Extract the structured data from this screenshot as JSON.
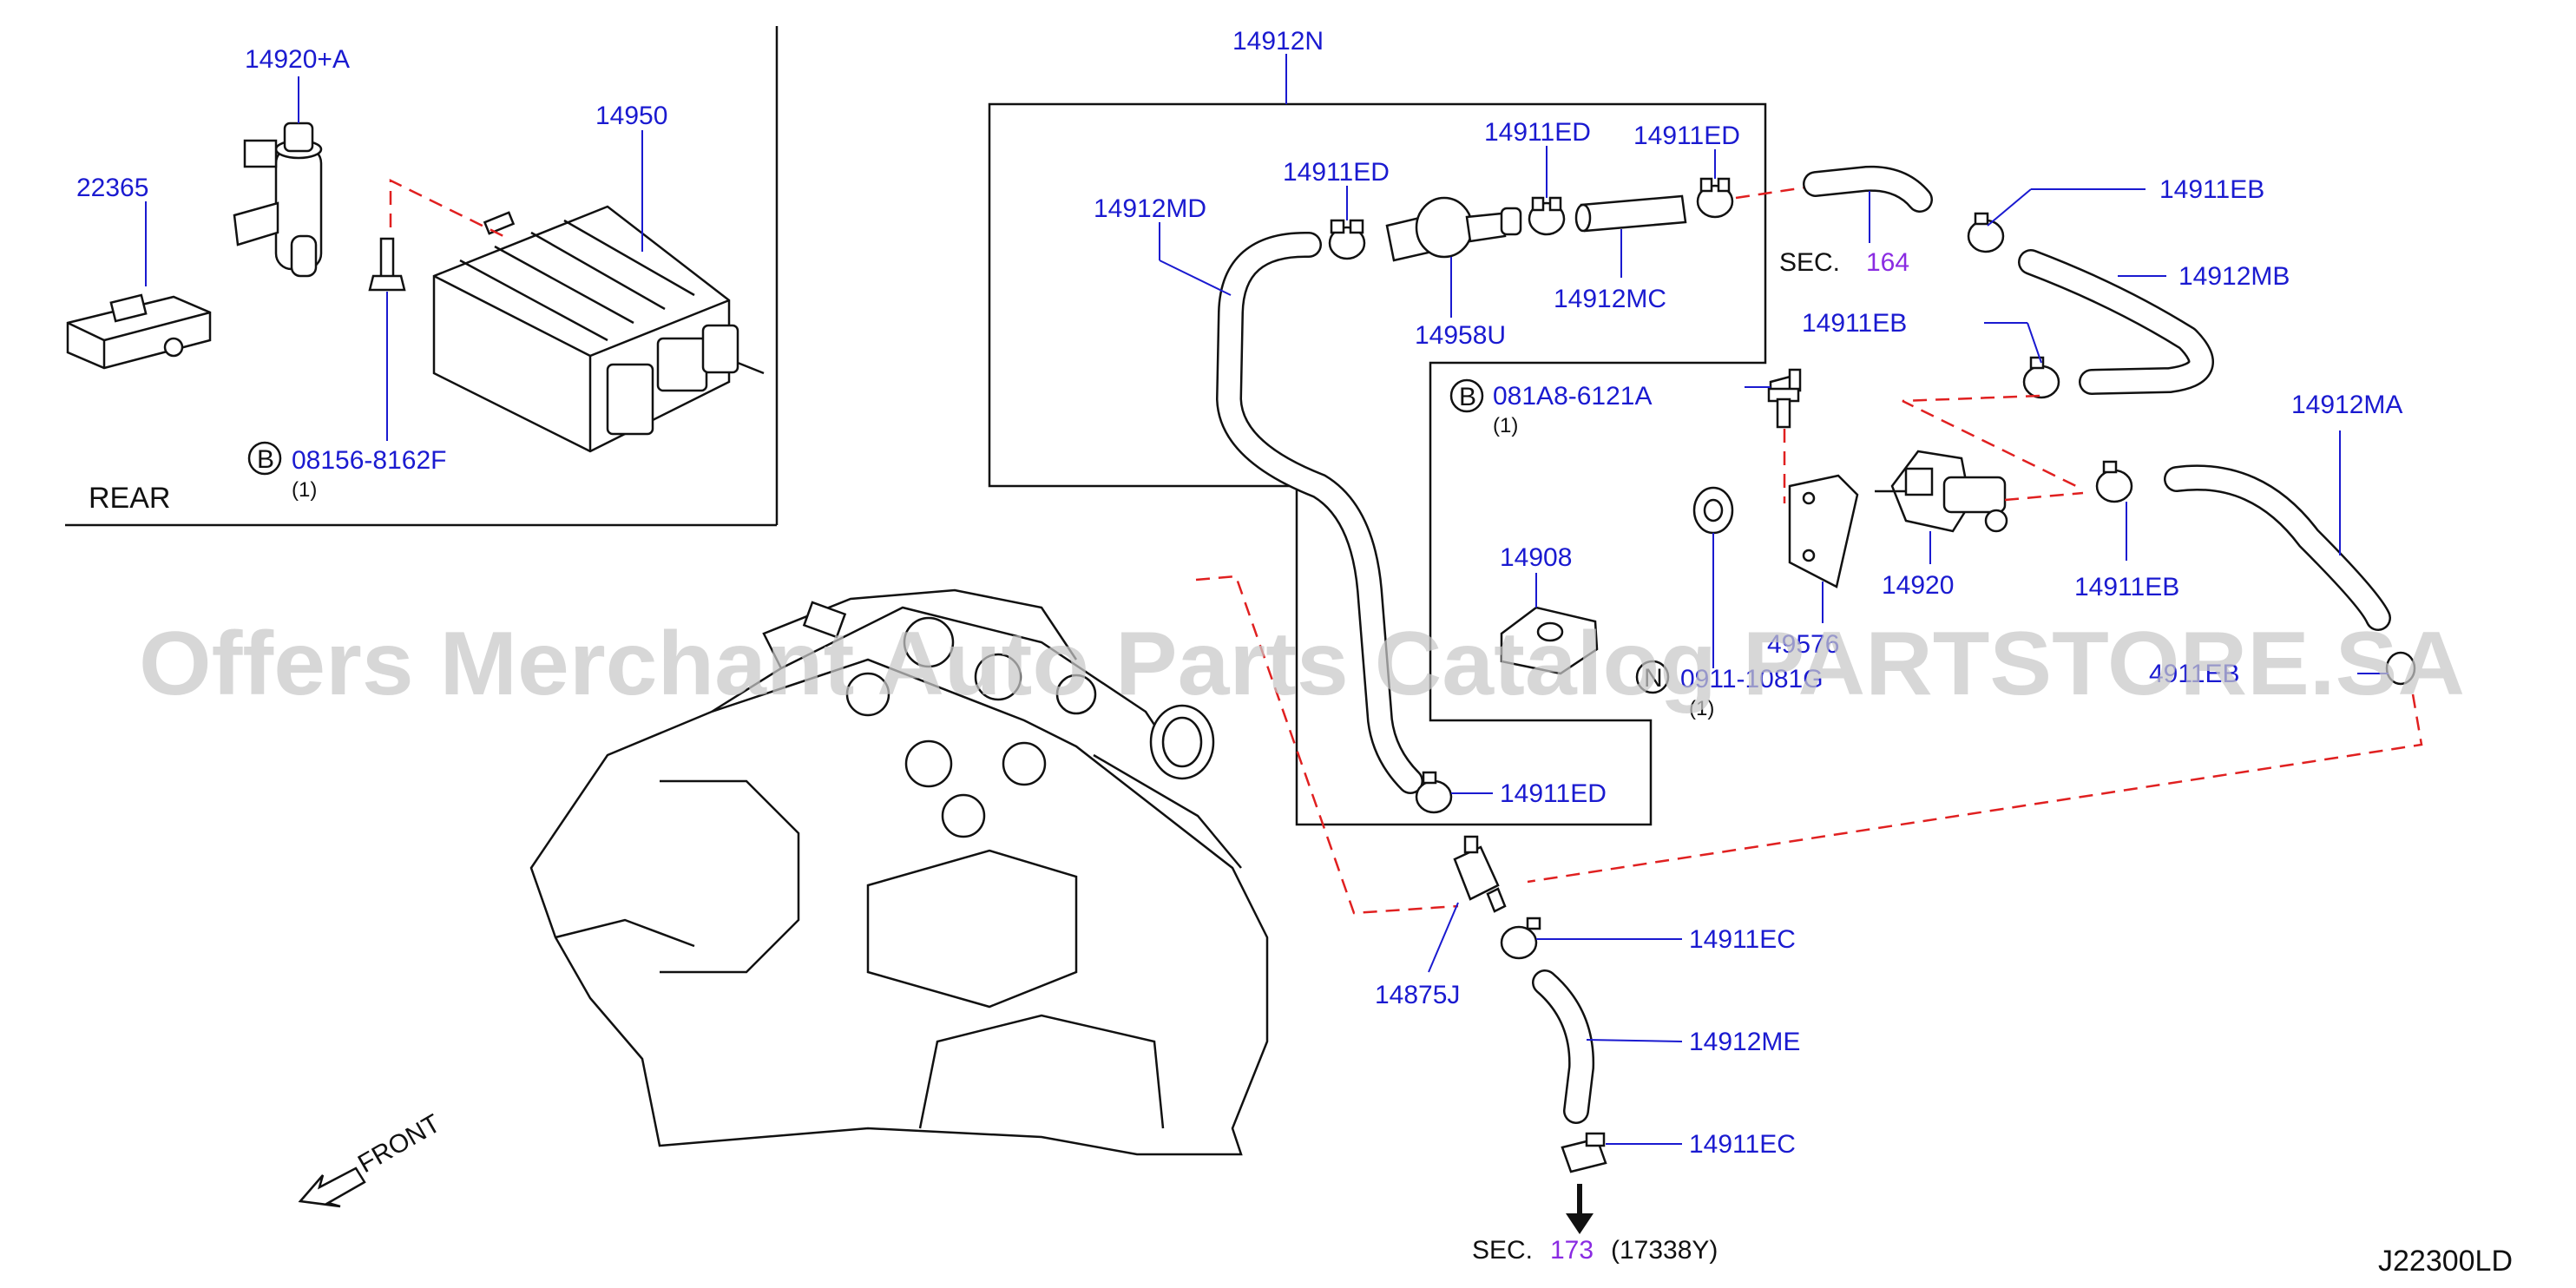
{
  "diagram": {
    "ref_code": "J22300LD",
    "watermark": "Offers Merchant Auto Parts Catalog PARTSTORE.SA",
    "inset": {
      "rear_label": "REAR"
    },
    "front_label": "FRONT",
    "callouts": {
      "p14920A": "14920+A",
      "p22365": "22365",
      "p14950": "14950",
      "b08156": "08156-8162F",
      "b08156_qty": "(1)",
      "p14912N": "14912N",
      "p14912MD": "14912MD",
      "p14911ED_a": "14911ED",
      "p14911ED_b": "14911ED",
      "p14911ED_c": "14911ED",
      "p14911ED_d": "14911ED",
      "p14958U": "14958U",
      "p14912MC": "14912MC",
      "p14911EB_a": "14911EB",
      "p14911EB_b": "14911EB",
      "p14911EB_c": "14911EB",
      "p14911EB_d": "4911EB",
      "p14912MB": "14912MB",
      "b081A8": "081A8-6121A",
      "b081A8_qty": "(1)",
      "p14912MA": "14912MA",
      "p14908": "14908",
      "p14920": "14920",
      "p49576": "49576",
      "n0911": "0911-1081G",
      "n0911_qty": "(1)",
      "p14875J": "14875J",
      "p14911EC_a": "14911EC",
      "p14911EC_b": "14911EC",
      "p14912ME": "14912ME",
      "sec164_label": "SEC.",
      "sec164_num": "164",
      "sec173_label": "SEC.",
      "sec173_num": "173",
      "sec173_ref": "(17338Y)",
      "b_marker": "B",
      "n_marker": "N"
    },
    "colors": {
      "callout_text": "#1a1ad0",
      "section_link": "#8a2be2",
      "dashed_line": "#e02020",
      "line_art": "#111111"
    }
  }
}
